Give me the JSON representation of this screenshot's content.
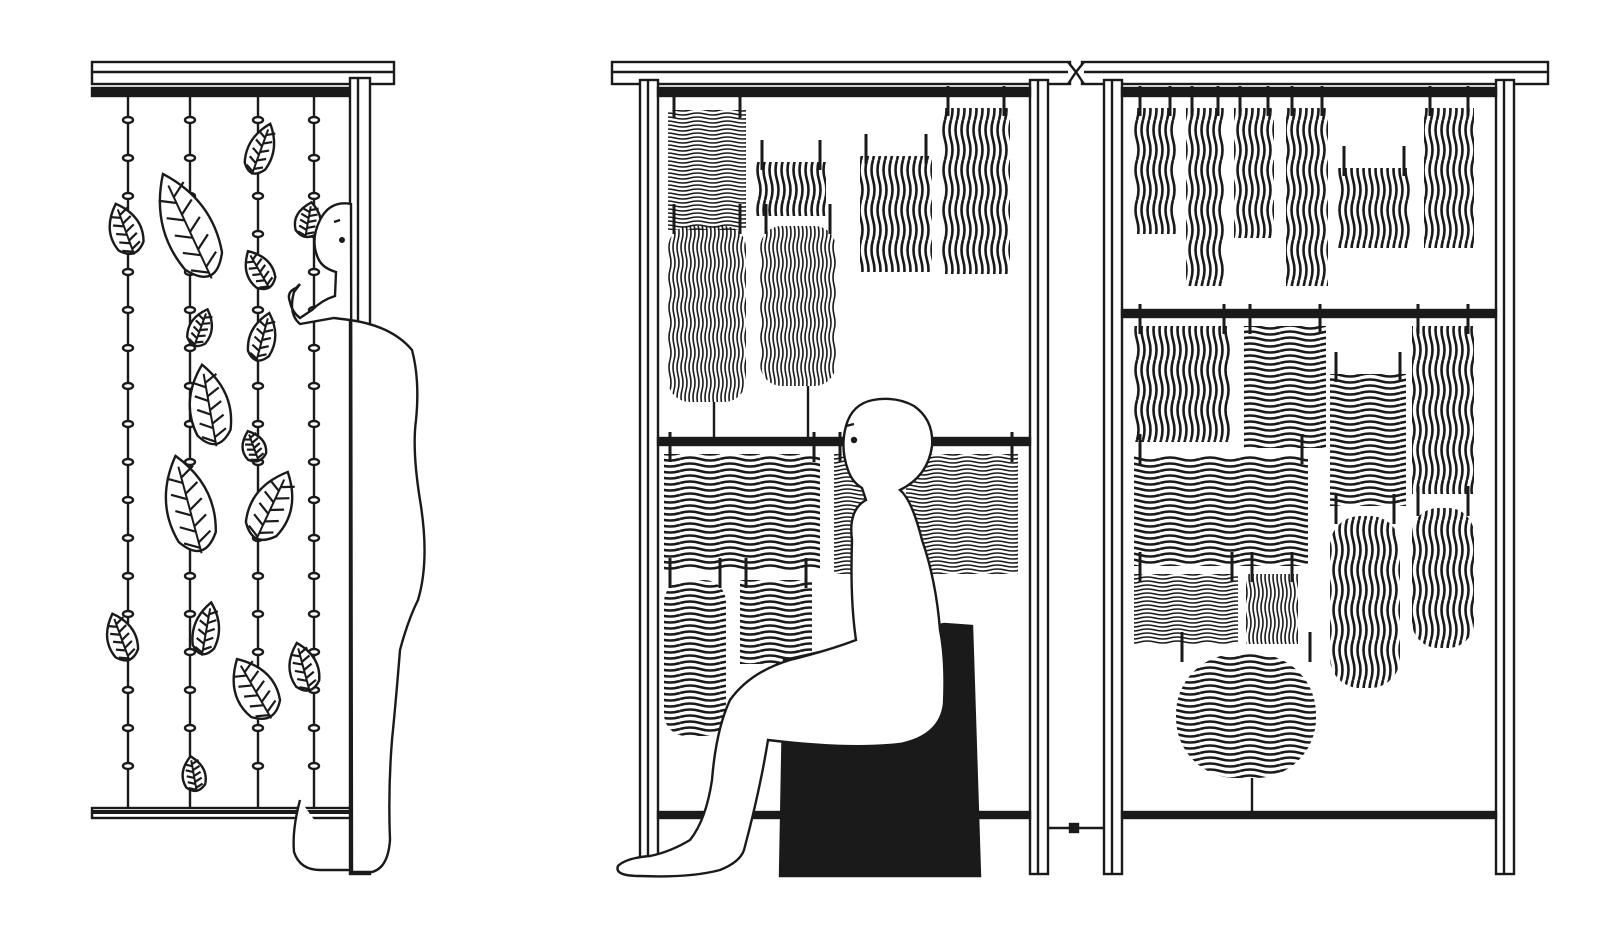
{
  "illustration": {
    "colors": {
      "ink": "#1a1a1a",
      "paper": "#ffffff",
      "stool": "#1a1a1a"
    },
    "panels": [
      {
        "id": "leaf-curtain",
        "strands": 4
      },
      {
        "id": "textile-rack-left-bay",
        "rails": 2
      },
      {
        "id": "textile-rack-right-bay",
        "rails": 2
      }
    ]
  }
}
